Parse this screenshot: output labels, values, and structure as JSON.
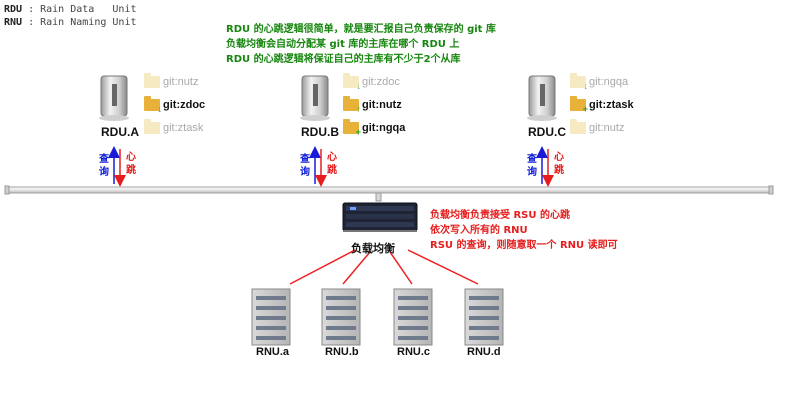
{
  "legend": {
    "rdu": {
      "abbr": "RDU",
      "sep": " : ",
      "words": [
        "Rain",
        "Data",
        "Unit"
      ]
    },
    "rnu": {
      "abbr": "RNU",
      "sep": " : ",
      "words": [
        "Rain",
        "Naming",
        "Unit"
      ]
    }
  },
  "top_notes": [
    "RDU 的心跳逻辑很简单，就是要汇报自己负责保存的 git 库",
    "负载均衡会自动分配某 git 库的主库在哪个 RDU 上",
    "RDU 的心跳逻辑将保证自己的主库有不少于2个从库"
  ],
  "rdus": [
    {
      "name": "RDU.A",
      "repos": [
        {
          "name": "git:nutz",
          "main": false
        },
        {
          "name": "git:zdoc",
          "main": true
        },
        {
          "name": "git:ztask",
          "main": false
        }
      ]
    },
    {
      "name": "RDU.B",
      "repos": [
        {
          "name": "git:zdoc",
          "main": false
        },
        {
          "name": "git:nutz",
          "main": true
        },
        {
          "name": "git:ngqa",
          "main": true
        }
      ]
    },
    {
      "name": "RDU.C",
      "repos": [
        {
          "name": "git:ngqa",
          "main": false
        },
        {
          "name": "git:ztask",
          "main": true
        },
        {
          "name": "git:nutz",
          "main": false
        }
      ]
    }
  ],
  "arrows": {
    "query": [
      "查",
      "询"
    ],
    "heartbeat": [
      "心",
      "跳"
    ],
    "up_color": "#1a1ad8",
    "down_color": "#e51d1d"
  },
  "load_balancer": {
    "label": "负载均衡"
  },
  "lb_notes": [
    "负载均衡负责接受 RSU 的心跳",
    "依次写入所有的 RNU",
    "RSU 的查询，则随意取一个 RNU 读即可"
  ],
  "rnus": [
    "RNU.a",
    "RNU.b",
    "RNU.c",
    "RNU.d"
  ],
  "colors": {
    "note_green": "#17870f",
    "note_red": "#e51d1d",
    "link_red": "#f02020"
  }
}
